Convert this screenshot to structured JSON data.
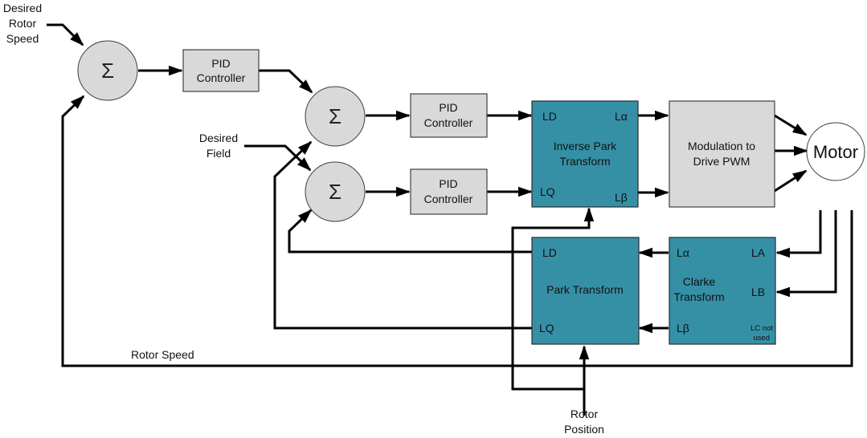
{
  "title": "Field Oriented Control block diagram",
  "inputs": {
    "desired_rotor_speed": [
      "Desired",
      "Rotor",
      "Speed"
    ],
    "desired_field": [
      "Desired",
      "Field"
    ],
    "rotor_position": [
      "Rotor",
      "Position"
    ]
  },
  "signals": {
    "rotor_speed": "Rotor Speed"
  },
  "summing_junctions": [
    {
      "id": "sum-speed",
      "symbol": "Σ"
    },
    {
      "id": "sum-d",
      "symbol": "Σ"
    },
    {
      "id": "sum-q",
      "symbol": "Σ"
    }
  ],
  "pid_controllers": [
    {
      "id": "pid-speed",
      "lines": [
        "PID",
        "Controller"
      ]
    },
    {
      "id": "pid-d",
      "lines": [
        "PID",
        "Controller"
      ]
    },
    {
      "id": "pid-q",
      "lines": [
        "PID",
        "Controller"
      ]
    }
  ],
  "inverse_park": {
    "lines": [
      "Inverse Park",
      "Transform"
    ],
    "ports": {
      "in_top": "LD",
      "in_bottom": "LQ",
      "out_top": "Lα",
      "out_bottom": "Lβ"
    }
  },
  "modulation": {
    "lines": [
      "Modulation to",
      "Drive PWM"
    ]
  },
  "motor": {
    "label": "Motor"
  },
  "park": {
    "lines": [
      "Park Transform"
    ],
    "ports": {
      "out_top": "LD",
      "out_bottom": "LQ"
    }
  },
  "clarke": {
    "lines": [
      "Clarke",
      "Transform"
    ],
    "ports": {
      "out_top": "Lα",
      "out_bottom": "Lβ",
      "in_a": "LA",
      "in_b": "LB"
    },
    "note": [
      "LC not",
      "used"
    ]
  },
  "colors": {
    "transform_block": "#3590a6",
    "gray_block": "#d9d9d9",
    "wire": "#000000"
  }
}
